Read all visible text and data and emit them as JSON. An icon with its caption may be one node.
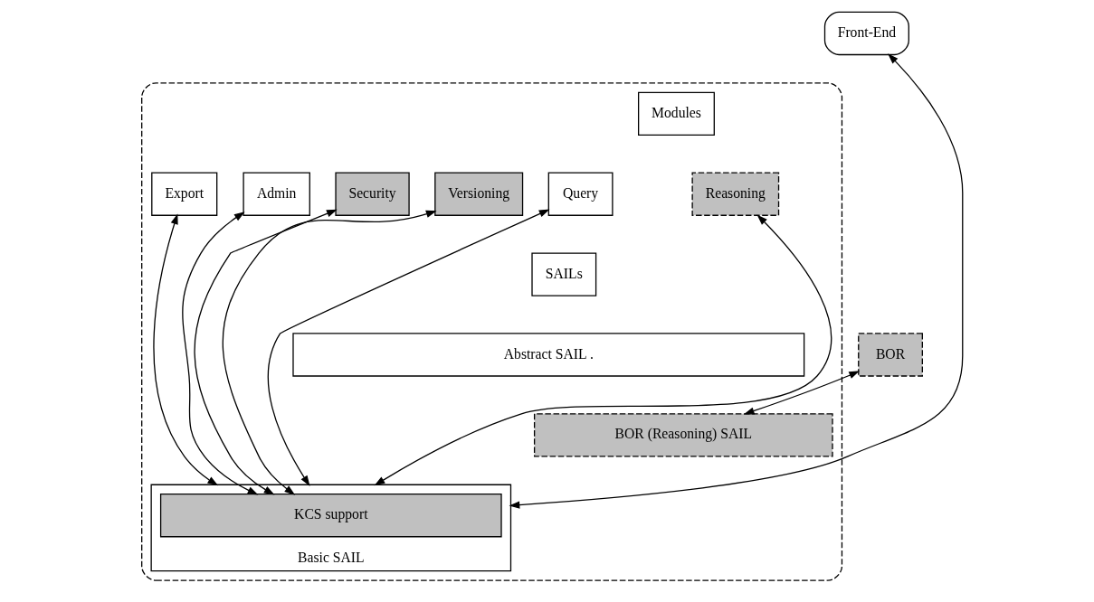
{
  "diagram": {
    "nodes": [
      {
        "text": [
          "Front-End"
        ]
      },
      {
        "text": [],
        "shape": "box"
      },
      {
        "text": [
          "Modules"
        ],
        "in": 1
      },
      {
        "text": [
          "Reasoning"
        ],
        "in": 1
      },
      {
        "text": [
          "Query"
        ],
        "in": 1
      },
      {
        "text": [
          "Export"
        ],
        "in": 1
      },
      {
        "text": [
          "Admin"
        ],
        "in": 1
      },
      {
        "text": [
          "Security"
        ],
        "in": 1
      },
      {
        "text": [
          "Versioning"
        ],
        "in": 1
      },
      {
        "text": [
          "SAILs"
        ],
        "in": 1
      },
      {
        "text": [
          "Abstract SAIL ."
        ],
        "in": 1
      },
      {
        "text": [
          "BOR"
        ]
      },
      {
        "text": [
          "BOR (Reasoning) SAIL"
        ],
        "in": 1
      },
      {
        "text": [
          "Basic SAIL"
        ],
        "in": 1
      },
      {
        "text": [
          "KCS support"
        ],
        "in": 13
      }
    ],
    "edges": [
      {
        "from": 0,
        "to": 13,
        "arrow": "both"
      },
      {
        "from": 3,
        "to": 13,
        "arrow": "both"
      },
      {
        "from": 4,
        "to": 13,
        "arrow": "both"
      },
      {
        "from": 5,
        "to": 13,
        "arrow": "both"
      },
      {
        "from": 6,
        "to": 14,
        "arrow": "both"
      },
      {
        "from": 7,
        "to": 14,
        "arrow": "both"
      },
      {
        "from": 8,
        "to": 14,
        "arrow": "both"
      },
      {
        "from": 11,
        "to": 12,
        "arrow": "both"
      }
    ]
  }
}
